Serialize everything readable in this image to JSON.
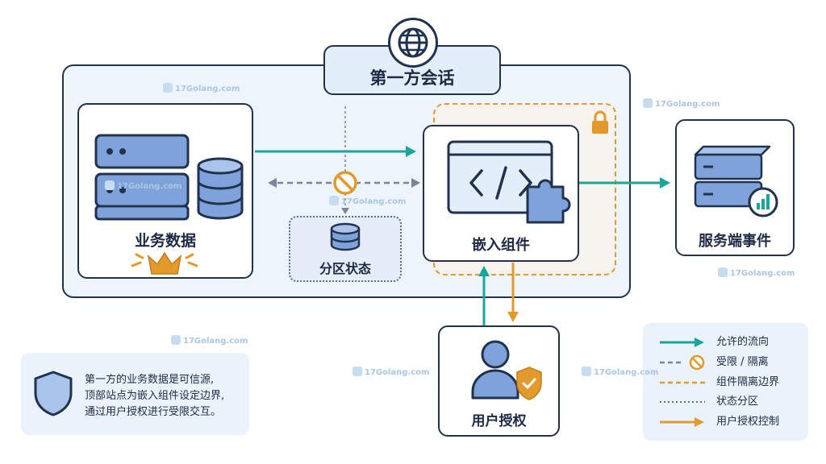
{
  "session": {
    "title": "第一方会话"
  },
  "nodes": {
    "business_data": "业务数据",
    "partition_state": "分区状态",
    "embedded_component": "嵌入组件",
    "server_events": "服务端事件",
    "user_authorization": "用户授权"
  },
  "note": {
    "lines": [
      "第一方的业务数据是可信源,",
      "顶部站点为嵌入组件设定边界,",
      "通过用户授权进行受限交互。"
    ]
  },
  "legend": {
    "items": [
      "允许的流向",
      "受限 / 隔离",
      "组件隔离边界",
      "状态分区",
      "用户授权控制"
    ]
  },
  "watermark": "17Golang.com",
  "icons": {
    "top_badge": "globe-icon",
    "business_data": "server-stack-icon",
    "database": "database-icon",
    "crown": "crown-icon",
    "blocked": "no-entry-icon",
    "lock": "lock-icon",
    "code": "code-window-icon",
    "puzzle": "puzzle-piece-icon",
    "server_events": "server-icon",
    "chart": "bar-chart-icon",
    "user": "user-icon",
    "shield_check": "shield-check-icon",
    "shield": "shield-icon"
  },
  "colors": {
    "allowed": "#1aa59b",
    "restricted": "#7a8698",
    "isolation_boundary": "#e39a2c",
    "partition": "#596c8a",
    "auth_control": "#e39a2c",
    "outline": "#21324f",
    "fill_blue": "#7ea2d9"
  }
}
